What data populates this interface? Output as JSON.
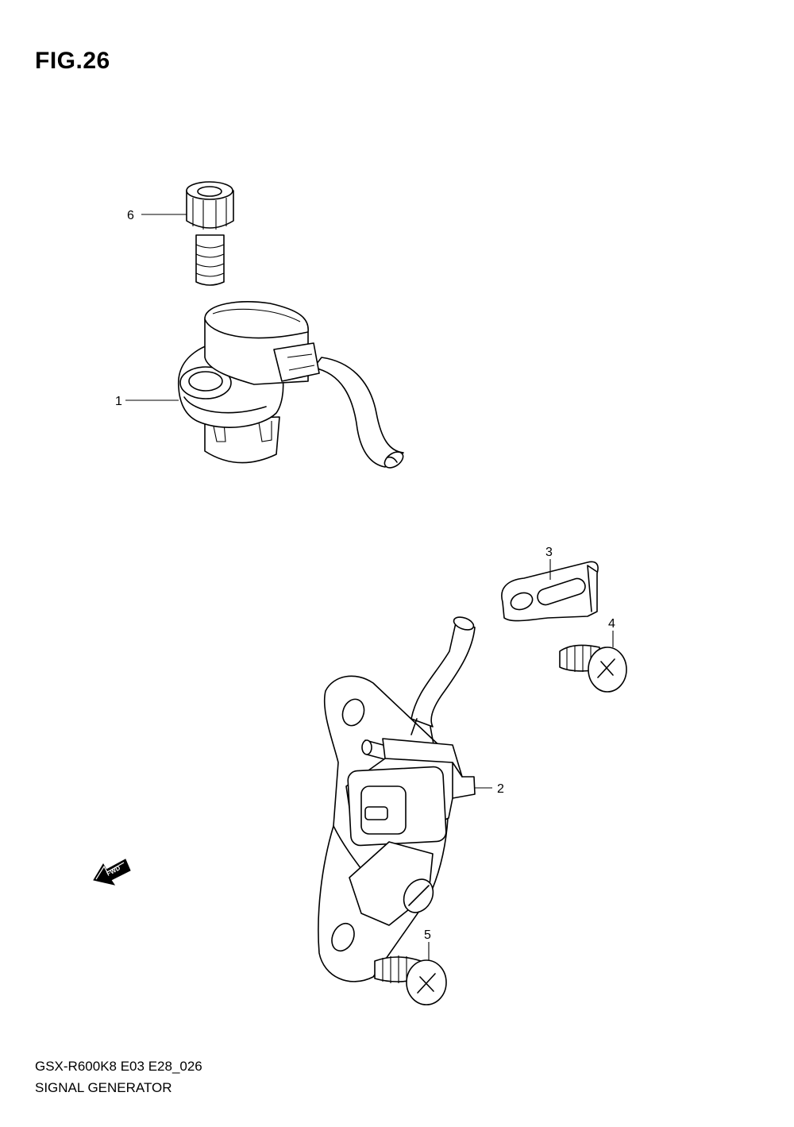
{
  "figure": {
    "title": "FIG.26",
    "model_code": "GSX-R600K8 E03 E28_026",
    "name": "SIGNAL GENERATOR"
  },
  "callouts": [
    {
      "id": "1",
      "label": "1"
    },
    {
      "id": "2",
      "label": "2"
    },
    {
      "id": "3",
      "label": "3"
    },
    {
      "id": "4",
      "label": "4"
    },
    {
      "id": "5",
      "label": "5"
    },
    {
      "id": "6",
      "label": "6"
    }
  ],
  "fwd_arrow": {
    "label": "FWD"
  }
}
